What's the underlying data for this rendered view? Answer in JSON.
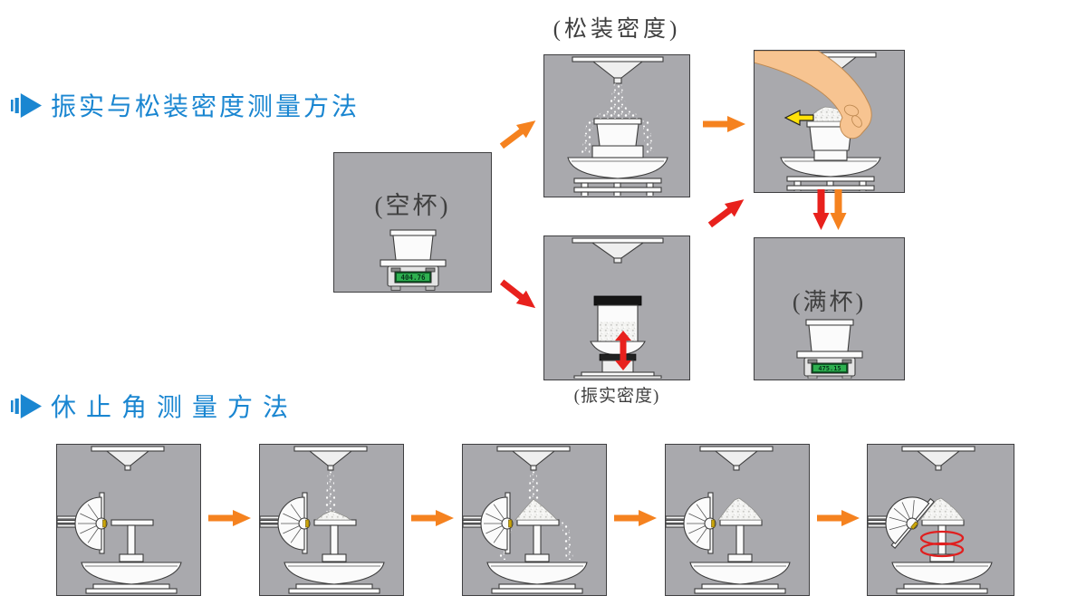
{
  "canvas": {
    "width": "1178",
    "height": "679"
  },
  "colors": {
    "panel_bg": "#a9a9ad",
    "panel_border": "#3f3f41",
    "heading_blue": "#1a86d1",
    "arrow_orange": "#f5821f",
    "arrow_red": "#e8211d",
    "arrow_yellow": "#ffe108",
    "lcd_green": "#2fb050"
  },
  "sections": {
    "density": {
      "title": "振实与松装密度测量方法",
      "labels": {
        "bulk": "(松装密度)",
        "empty": "(空杯)",
        "tapped": "(振实密度)",
        "full": "(满杯)"
      },
      "readings": {
        "empty_cup": "404.76",
        "full_cup": "475.15"
      }
    },
    "repose": {
      "title": "休止角测量方法"
    }
  },
  "flow_arrows": [
    {
      "from": "empty-cup",
      "to": "bulk-density",
      "color": "orange",
      "direction": "up-right"
    },
    {
      "from": "empty-cup",
      "to": "tapped-density",
      "color": "red",
      "direction": "down-right"
    },
    {
      "from": "bulk-density",
      "to": "scrape-level",
      "color": "orange",
      "direction": "right"
    },
    {
      "from": "tapped-density",
      "to": "scrape-level",
      "color": "red",
      "direction": "up-right"
    },
    {
      "from": "scrape-level",
      "to": "full-cup",
      "color": "red",
      "direction": "down"
    },
    {
      "from": "scrape-level",
      "to": "full-cup",
      "color": "orange",
      "direction": "down"
    },
    {
      "from": "repose-step-1",
      "to": "repose-step-2",
      "color": "orange",
      "direction": "right"
    },
    {
      "from": "repose-step-2",
      "to": "repose-step-3",
      "color": "orange",
      "direction": "right"
    },
    {
      "from": "repose-step-3",
      "to": "repose-step-4",
      "color": "orange",
      "direction": "right"
    },
    {
      "from": "repose-step-4",
      "to": "repose-step-5",
      "color": "orange",
      "direction": "right"
    }
  ]
}
